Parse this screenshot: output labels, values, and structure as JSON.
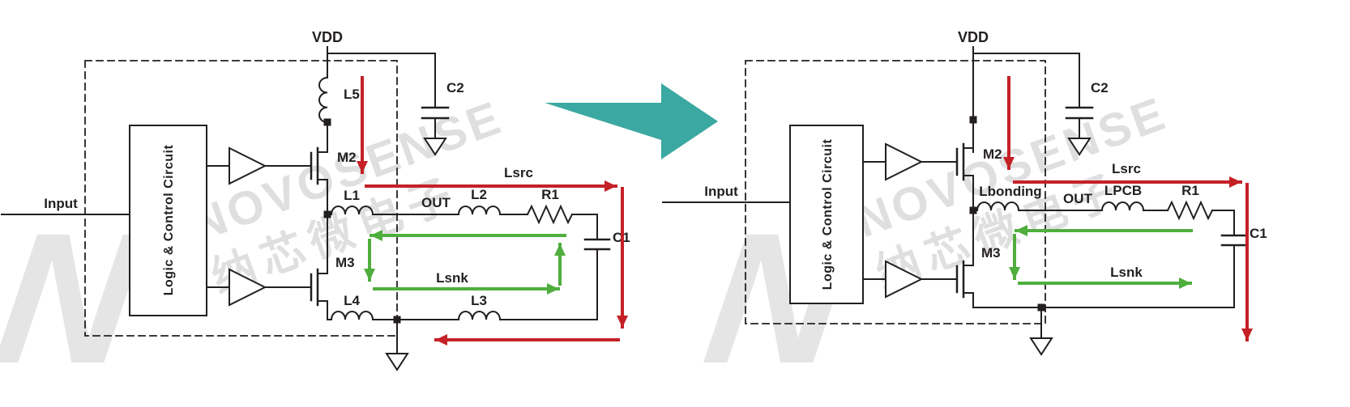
{
  "watermark": {
    "brand": "NOVOSENSE",
    "brand_cn": "纳芯微电子",
    "logo_letter": "N"
  },
  "left_circuit": {
    "input_label": "Input",
    "logic_label": "Logic & Control Circuit",
    "vdd_label": "VDD",
    "l5_label": "L5",
    "c2_label": "C2",
    "m2_label": "M2",
    "m3_label": "M3",
    "l1_label": "L1",
    "out_label": "OUT",
    "l2_label": "L2",
    "r1_label": "R1",
    "c1_label": "C1",
    "l4_label": "L4",
    "l3_label": "L3",
    "lsrc_label": "Lsrc",
    "lsnk_label": "Lsnk"
  },
  "right_circuit": {
    "input_label": "Input",
    "logic_label": "Logic & Control Circuit",
    "vdd_label": "VDD",
    "c2_label": "C2",
    "m2_label": "M2",
    "m3_label": "M3",
    "lbonding_label": "Lbonding",
    "out_label": "OUT",
    "lpcb_label": "LPCB",
    "r1_label": "R1",
    "c1_label": "C1",
    "lsrc_label": "Lsrc",
    "lsnk_label": "Lsnk"
  },
  "colors": {
    "source_current_arrow": "#C42127",
    "sink_current_arrow": "#4FAE3E",
    "transition_arrow": "#3BA8A1",
    "wire": "#231F20",
    "watermark": "#DCDCDC"
  }
}
